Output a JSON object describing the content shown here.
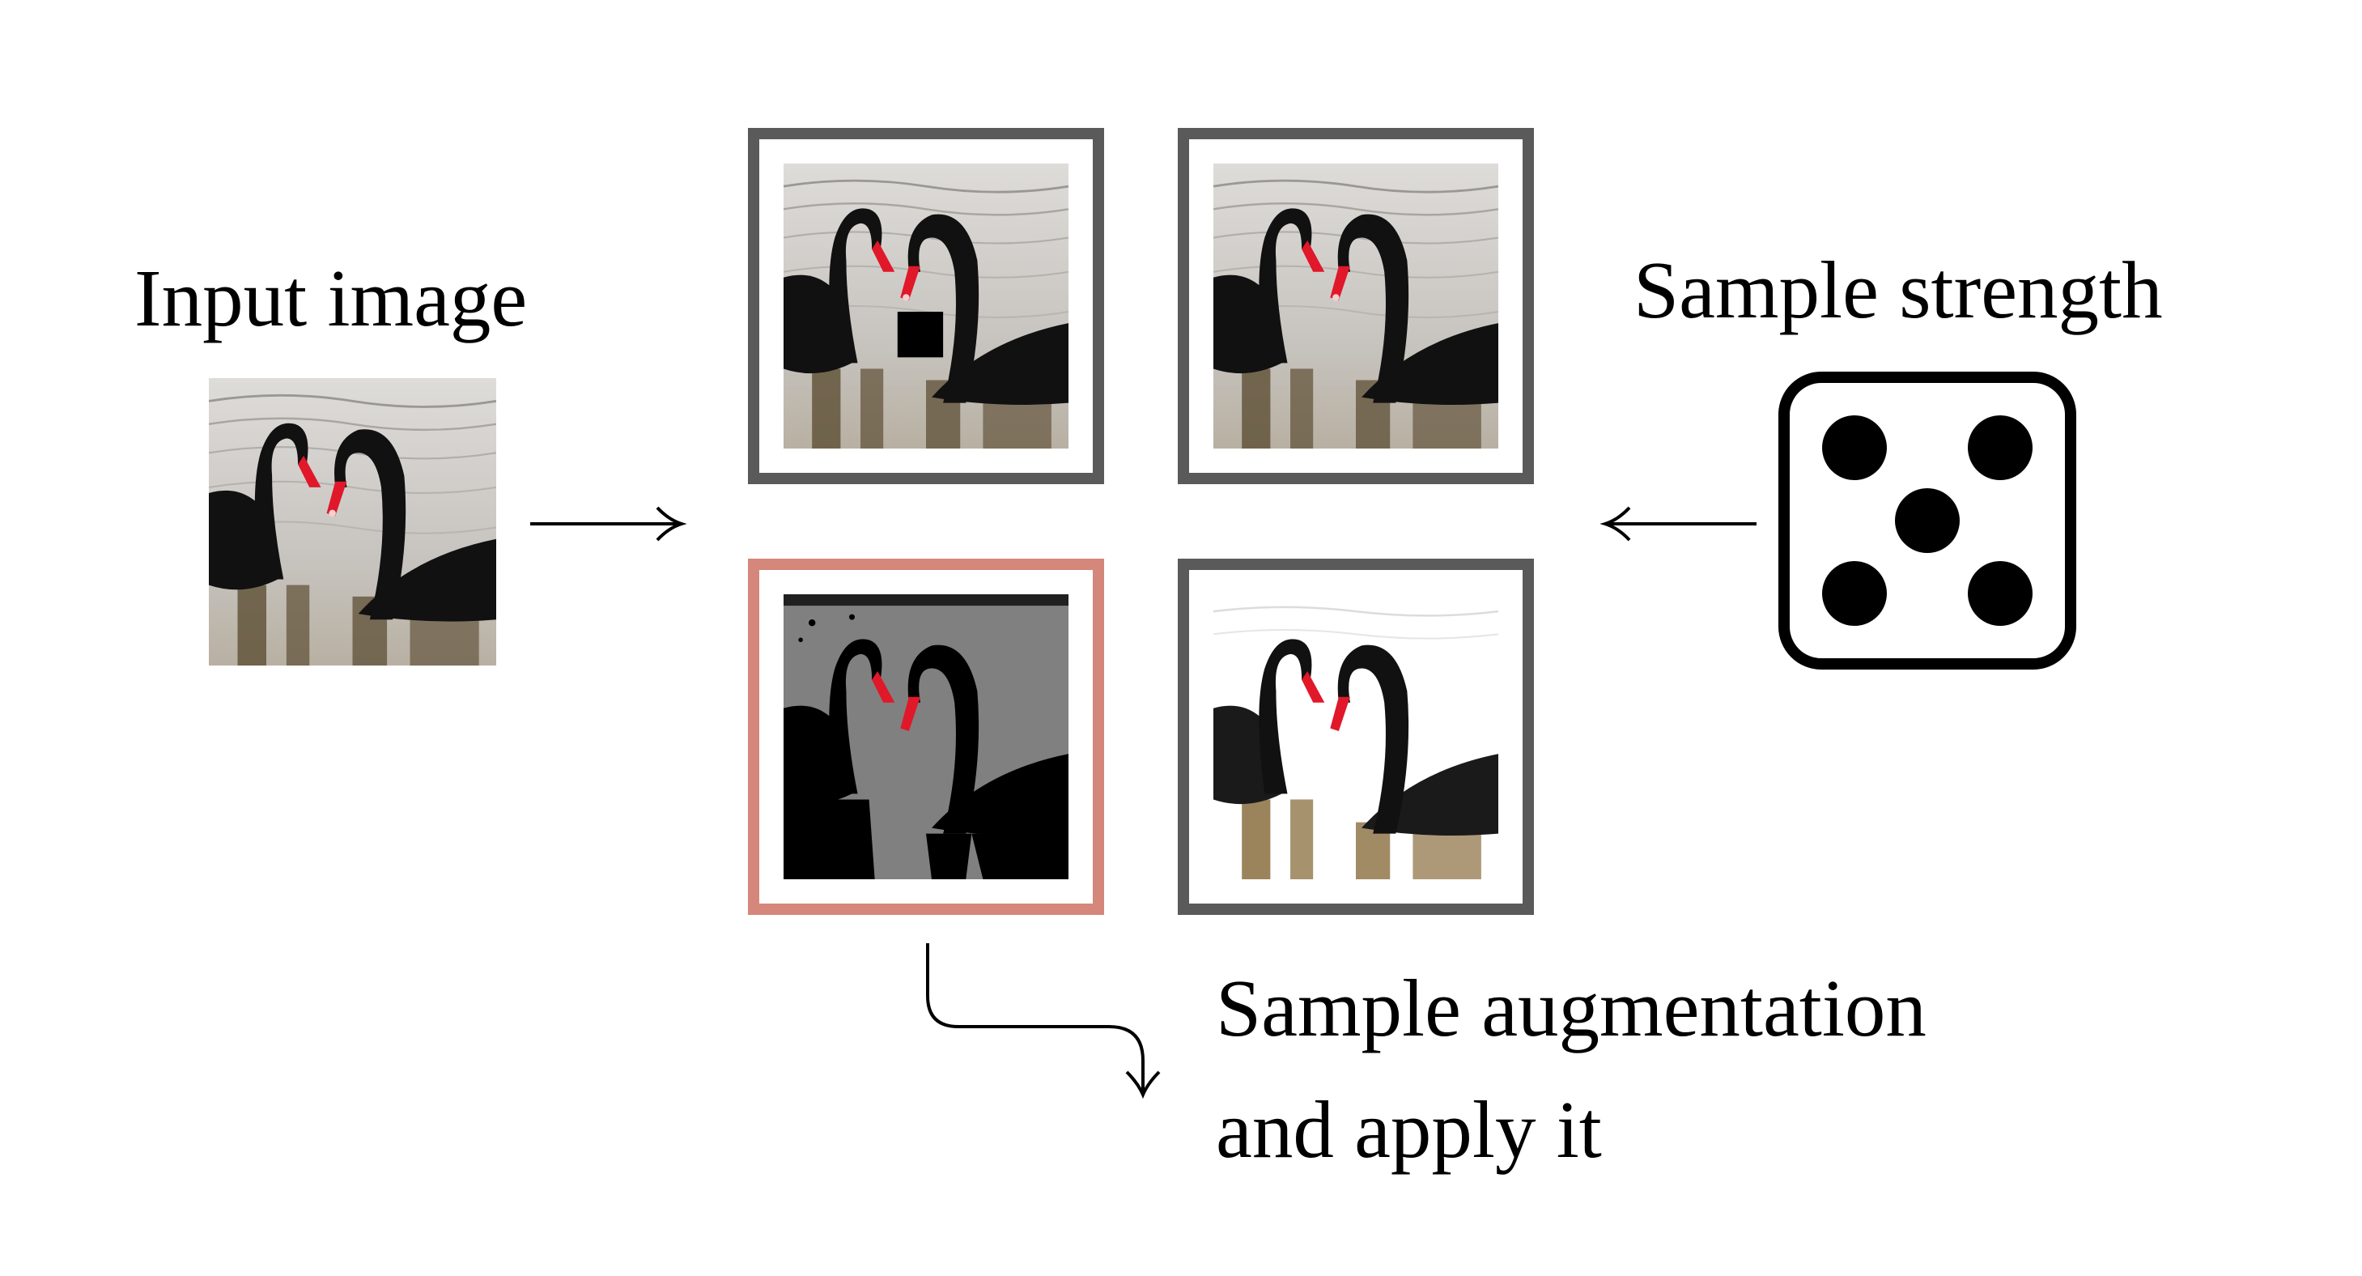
{
  "labels": {
    "input_image": "Input image",
    "sample_strength": "Sample strength",
    "sample_augmentation_line1": "Sample augmentation",
    "sample_augmentation_line2": "and apply it"
  },
  "colors": {
    "frame_default": "#5a5a5a",
    "frame_selected": "#d4877a",
    "die_stroke": "#000000",
    "swan_body": "#111111",
    "swan_beak": "#e0182a",
    "water": "#c9c6c2",
    "reflection": "#7a6a4a"
  },
  "die": {
    "face_value": 5
  },
  "augmentations": [
    {
      "name": "cutout",
      "selected": false
    },
    {
      "name": "identity",
      "selected": false
    },
    {
      "name": "posterize",
      "selected": true
    },
    {
      "name": "brightness",
      "selected": false
    }
  ]
}
